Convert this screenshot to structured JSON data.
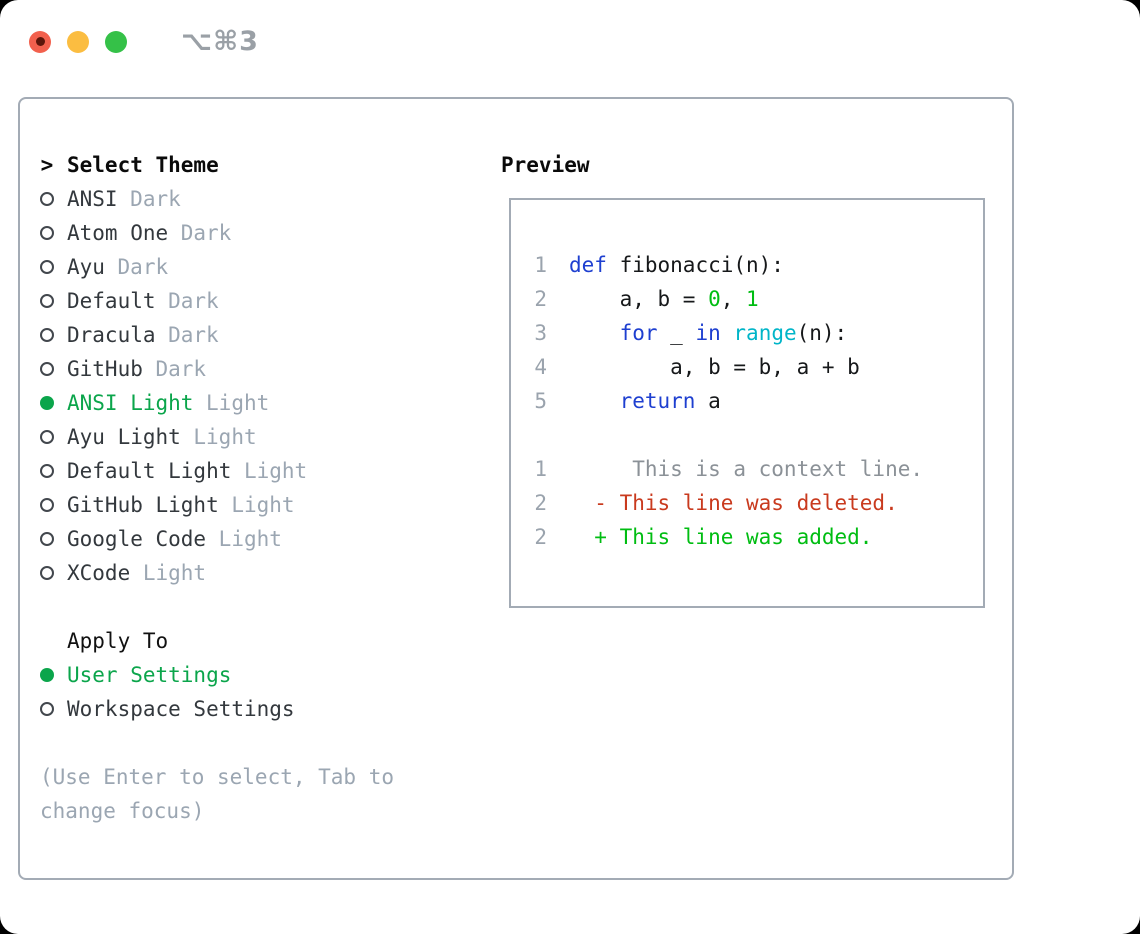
{
  "window": {
    "title": "⌥⌘3"
  },
  "panel": {
    "select_theme": {
      "prompt": ">",
      "title": "Select Theme",
      "items": [
        {
          "name": "ANSI",
          "variant": "Dark",
          "selected": false
        },
        {
          "name": "Atom One",
          "variant": "Dark",
          "selected": false
        },
        {
          "name": "Ayu",
          "variant": "Dark",
          "selected": false
        },
        {
          "name": "Default",
          "variant": "Dark",
          "selected": false
        },
        {
          "name": "Dracula",
          "variant": "Dark",
          "selected": false
        },
        {
          "name": "GitHub",
          "variant": "Dark",
          "selected": false
        },
        {
          "name": "ANSI Light",
          "variant": "Light",
          "selected": true
        },
        {
          "name": "Ayu Light",
          "variant": "Light",
          "selected": false
        },
        {
          "name": "Default Light",
          "variant": "Light",
          "selected": false
        },
        {
          "name": "GitHub Light",
          "variant": "Light",
          "selected": false
        },
        {
          "name": "Google Code",
          "variant": "Light",
          "selected": false
        },
        {
          "name": "XCode",
          "variant": "Light",
          "selected": false
        }
      ]
    },
    "apply_to": {
      "title": "Apply To",
      "options": [
        {
          "label": "User Settings",
          "selected": true
        },
        {
          "label": "Workspace Settings",
          "selected": false
        }
      ]
    },
    "hint": "(Use Enter to select, Tab to change focus)",
    "preview": {
      "title": "Preview",
      "code_lines": [
        {
          "num": "1",
          "segments": [
            {
              "t": "def",
              "c": "kw"
            },
            {
              "t": " fibonacci(n):",
              "c": "plain"
            }
          ]
        },
        {
          "num": "2",
          "segments": [
            {
              "t": "    a, b = ",
              "c": "plain"
            },
            {
              "t": "0",
              "c": "num"
            },
            {
              "t": ", ",
              "c": "plain"
            },
            {
              "t": "1",
              "c": "num"
            }
          ]
        },
        {
          "num": "3",
          "segments": [
            {
              "t": "    ",
              "c": "plain"
            },
            {
              "t": "for",
              "c": "kw"
            },
            {
              "t": " _ ",
              "c": "plain"
            },
            {
              "t": "in",
              "c": "kw"
            },
            {
              "t": " ",
              "c": "plain"
            },
            {
              "t": "range",
              "c": "fn"
            },
            {
              "t": "(n):",
              "c": "plain"
            }
          ]
        },
        {
          "num": "4",
          "segments": [
            {
              "t": "        a, b = b, a + b",
              "c": "plain"
            }
          ]
        },
        {
          "num": "5",
          "segments": [
            {
              "t": "    ",
              "c": "plain"
            },
            {
              "t": "return",
              "c": "kw"
            },
            {
              "t": " a",
              "c": "plain"
            }
          ]
        },
        {
          "num": "",
          "segments": []
        },
        {
          "num": "1",
          "segments": [
            {
              "t": "     This is a context line.",
              "c": "ctx"
            }
          ]
        },
        {
          "num": "2",
          "segments": [
            {
              "t": "  - This line was deleted.",
              "c": "del"
            }
          ]
        },
        {
          "num": "2",
          "segments": [
            {
              "t": "  + This line was added.",
              "c": "add"
            }
          ]
        }
      ]
    }
  },
  "colors": {
    "ui_selection_green": "#0ba54b",
    "keyword_blue": "#1e3fd0",
    "function_cyan": "#00b5c8",
    "number_green": "#00bd12",
    "added_green": "#00bd12",
    "deleted_red": "#c93a1e",
    "context_gray": "#8b9197",
    "muted_gray": "#9ba6b2",
    "border_gray": "#a3abb5",
    "text_dark": "#33383d",
    "traffic_red": "#f2604d",
    "traffic_yellow": "#fbbd41",
    "traffic_green": "#35c148"
  }
}
